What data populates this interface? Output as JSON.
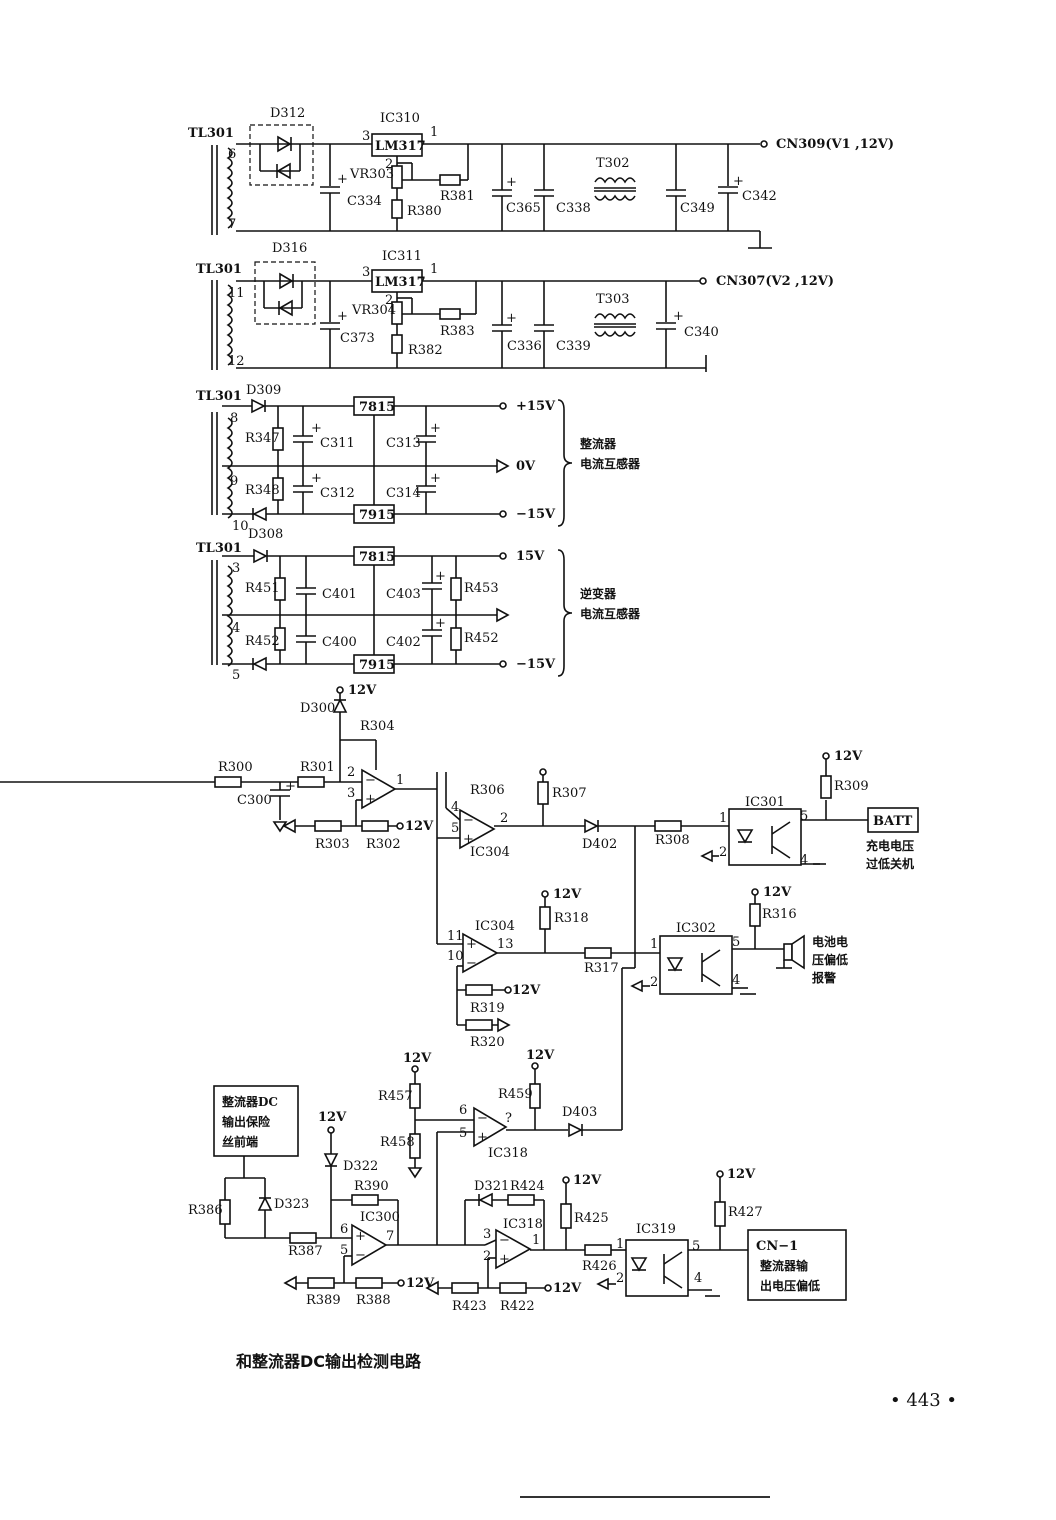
{
  "caption": "和整流器DC输出检测电路",
  "page_number": "• 443 •",
  "labels": {
    "tl301_a": "TL301",
    "d312": "D312",
    "ic310": "IC310",
    "lm317_a": "LM317",
    "vr303": "VR303",
    "r380": "R380",
    "r381": "R381",
    "c334": "C334",
    "c365": "C365",
    "c338": "C338",
    "t302": "T302",
    "c349": "C349",
    "c342": "C342",
    "cn309": "CN309(V1 ,12V)",
    "tl301_b": "TL301",
    "d316": "D316",
    "ic311": "IC311",
    "lm317_b": "LM317",
    "vr304": "VR304",
    "r382": "R382",
    "r383": "R383",
    "c373": "C373",
    "c336": "C336",
    "c339": "C339",
    "t303": "T303",
    "c340": "C340",
    "cn307": "CN307(V2 ,12V)",
    "tl301_c": "TL301",
    "d309": "D309",
    "d308": "D308",
    "r347": "R347",
    "r348": "R348",
    "c311": "C311",
    "c312": "C312",
    "c313": "C313",
    "c314": "C314",
    "reg7815_a": "7815",
    "reg7915_a": "7915",
    "p15_a": "+15V",
    "v0": "0V",
    "m15_a": "−15V",
    "group_a_1": "整流器",
    "group_a_2": "电流互感器",
    "tl301_d": "TL301",
    "r451": "R451",
    "r452": "R452",
    "c401": "C401",
    "c400": "C400",
    "c403": "C403",
    "c402": "C402",
    "r453": "R453",
    "r452b": "R452",
    "reg7815_b": "7815",
    "reg7915_b": "7915",
    "p15_b": "15V",
    "m15_b": "−15V",
    "group_b_1": "逆变器",
    "group_b_2": "电流互感器",
    "d300": "D300",
    "r304": "R304",
    "r300": "R300",
    "c300": "C300",
    "r301": "R301",
    "r303": "R303",
    "r302": "R302",
    "r306": "R306",
    "r307": "R307",
    "ic304_a": "IC304",
    "d402": "D402",
    "r308": "R308",
    "ic301": "IC301",
    "r309": "R309",
    "batt": "BATT",
    "batt_note_1": "充电电压",
    "batt_note_2": "过低关机",
    "ic304_b": "IC304",
    "r318": "R318",
    "r317": "R317",
    "ic302": "IC302",
    "r316": "R316",
    "r319": "R319",
    "r320": "R320",
    "alarm_1": "电池电",
    "alarm_2": "压偏低",
    "alarm_3": "报警",
    "dc_box_1": "整流器DC",
    "dc_box_2": "输出保险",
    "dc_box_3": "丝前端",
    "r457": "R457",
    "r458": "R458",
    "r459": "R459",
    "ic318_a": "IC318",
    "d403": "D403",
    "d322": "D322",
    "r390": "R390",
    "ic300": "IC300",
    "r386": "R386",
    "d323": "D323",
    "r387": "R387",
    "r389": "R389",
    "r388": "R388",
    "d321": "D321",
    "r424": "R424",
    "ic318_b": "IC318",
    "r425": "R425",
    "r423": "R423",
    "r422": "R422",
    "r426": "R426",
    "ic319": "IC319",
    "r427": "R427",
    "cn1_1": "CN−1",
    "cn1_2": "整流器输",
    "cn1_3": "出电压偏低",
    "v12": "12V",
    "pin1": "1",
    "pin2": "2",
    "pin3": "3",
    "pin4": "4",
    "pin5": "5",
    "pin6": "6",
    "pin7": "7",
    "pin8": "8",
    "pin9": "9",
    "pin10": "10",
    "pin11": "11",
    "pin12": "12",
    "pin13": "13",
    "pin_q": "?"
  }
}
